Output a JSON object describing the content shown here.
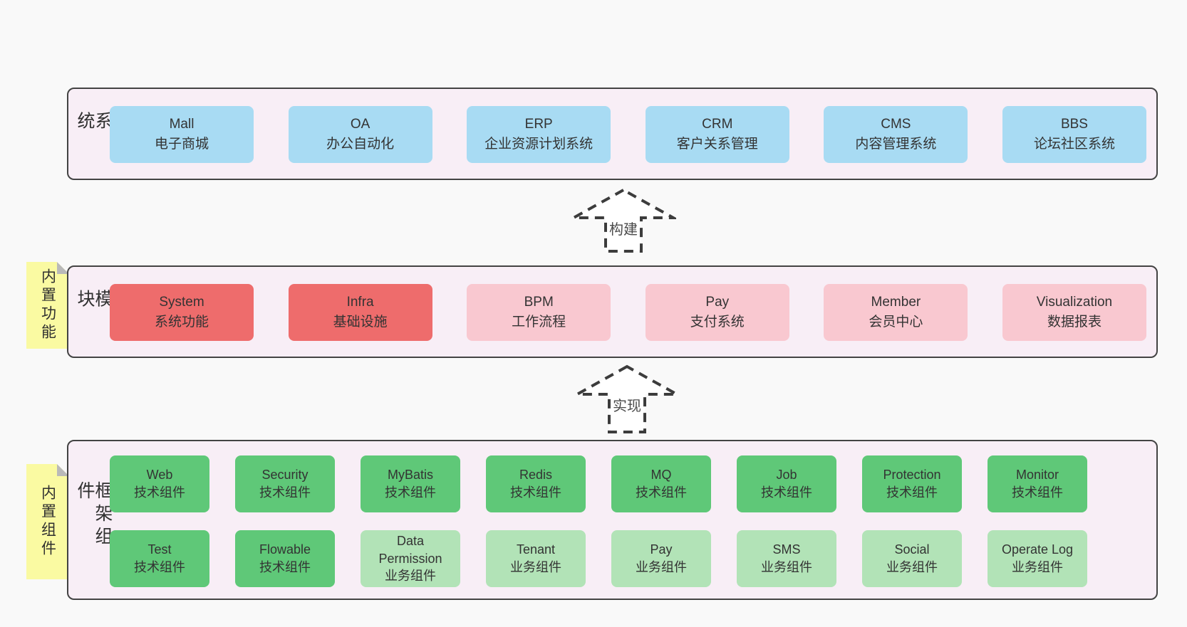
{
  "colors": {
    "page_bg": "#f9f9f9",
    "band_bg": "#f8eef6",
    "band_border": "#434343",
    "blue": "#a8dbf3",
    "red": "#ee6c6c",
    "pink": "#f9c8d0",
    "green": "#5fc878",
    "green_light": "#b2e3b7",
    "sticky_yellow": "#fafaa2",
    "text": "#333333"
  },
  "arrows": [
    {
      "label": "构建"
    },
    {
      "label": "实现"
    }
  ],
  "bands": [
    {
      "id": "business-systems",
      "label": "业务系统",
      "items": [
        {
          "title": "Mall",
          "subtitle": "电子商城",
          "variant": "blue"
        },
        {
          "title": "OA",
          "subtitle": "办公自动化",
          "variant": "blue"
        },
        {
          "title": "ERP",
          "subtitle": "企业资源计划系统",
          "variant": "blue"
        },
        {
          "title": "CRM",
          "subtitle": "客户关系管理",
          "variant": "blue"
        },
        {
          "title": "CMS",
          "subtitle": "内容管理系统",
          "variant": "blue"
        },
        {
          "title": "BBS",
          "subtitle": "论坛社区系统",
          "variant": "blue"
        }
      ]
    },
    {
      "id": "common-modules",
      "label": "通用模块",
      "sticky": "内置功能",
      "items": [
        {
          "title": "System",
          "subtitle": "系统功能",
          "variant": "red"
        },
        {
          "title": "Infra",
          "subtitle": "基础设施",
          "variant": "red"
        },
        {
          "title": "BPM",
          "subtitle": "工作流程",
          "variant": "pink"
        },
        {
          "title": "Pay",
          "subtitle": "支付系统",
          "variant": "pink"
        },
        {
          "title": "Member",
          "subtitle": "会员中心",
          "variant": "pink"
        },
        {
          "title": "Visualization",
          "subtitle": "数据报表",
          "variant": "pink"
        }
      ]
    },
    {
      "id": "framework-components",
      "label": "框架组件",
      "sticky": "内置组件",
      "items": [
        {
          "title": "Web",
          "subtitle": "技术组件",
          "variant": "green"
        },
        {
          "title": "Security",
          "subtitle": "技术组件",
          "variant": "green"
        },
        {
          "title": "MyBatis",
          "subtitle": "技术组件",
          "variant": "green"
        },
        {
          "title": "Redis",
          "subtitle": "技术组件",
          "variant": "green"
        },
        {
          "title": "MQ",
          "subtitle": "技术组件",
          "variant": "green"
        },
        {
          "title": "Job",
          "subtitle": "技术组件",
          "variant": "green"
        },
        {
          "title": "Protection",
          "subtitle": "技术组件",
          "variant": "green"
        },
        {
          "title": "Monitor",
          "subtitle": "技术组件",
          "variant": "green"
        },
        {
          "title": "Test",
          "subtitle": "技术组件",
          "variant": "green"
        },
        {
          "title": "Flowable",
          "subtitle": "技术组件",
          "variant": "green"
        },
        {
          "title": "Data Permission",
          "subtitle": "业务组件",
          "variant": "green-light"
        },
        {
          "title": "Tenant",
          "subtitle": "业务组件",
          "variant": "green-light"
        },
        {
          "title": "Pay",
          "subtitle": "业务组件",
          "variant": "green-light"
        },
        {
          "title": "SMS",
          "subtitle": "业务组件",
          "variant": "green-light"
        },
        {
          "title": "Social",
          "subtitle": "业务组件",
          "variant": "green-light"
        },
        {
          "title": "Operate Log",
          "subtitle": "业务组件",
          "variant": "green-light"
        }
      ]
    }
  ]
}
